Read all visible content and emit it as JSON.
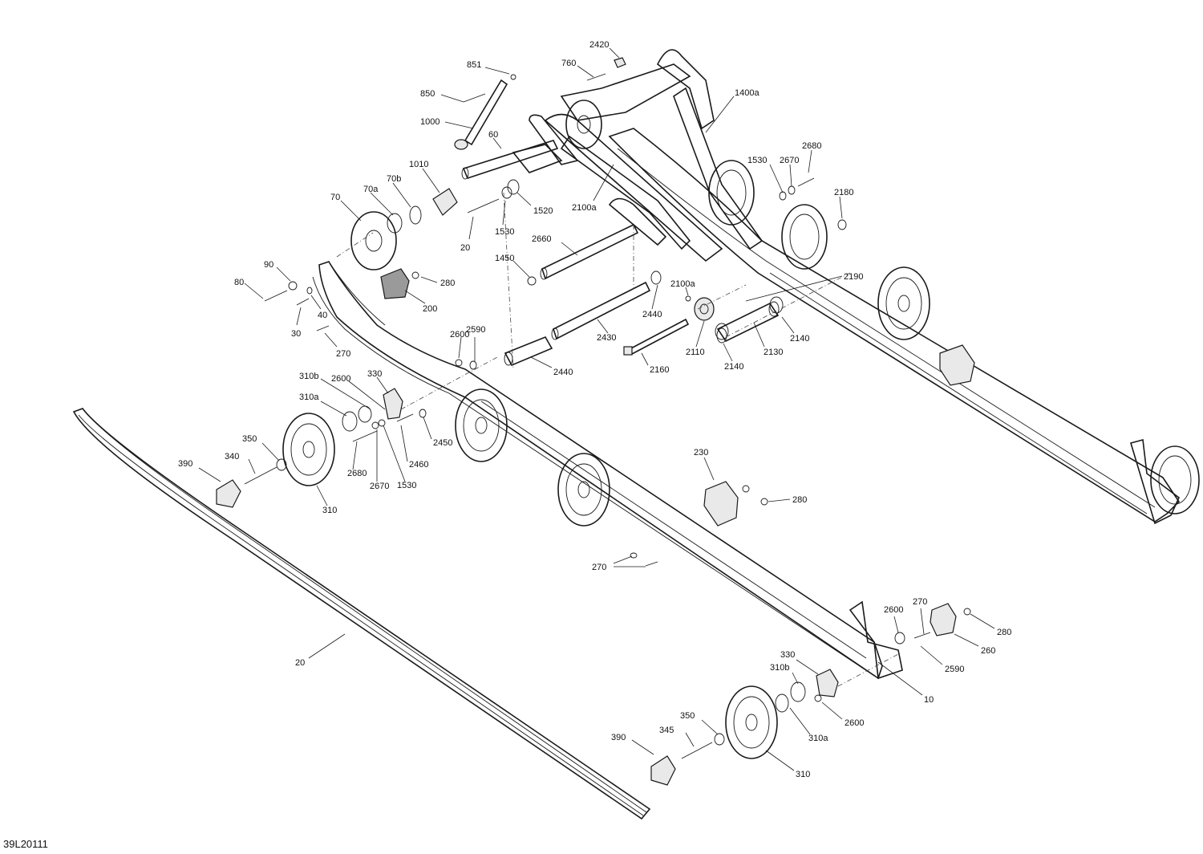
{
  "drawing_code": "39L20111",
  "callouts": [
    {
      "id": "c2420",
      "text": "2420"
    },
    {
      "id": "c760",
      "text": "760"
    },
    {
      "id": "c851",
      "text": "851"
    },
    {
      "id": "c850",
      "text": "850"
    },
    {
      "id": "c1000",
      "text": "1000"
    },
    {
      "id": "c60",
      "text": "60"
    },
    {
      "id": "c1400a",
      "text": "1400a"
    },
    {
      "id": "c1530a",
      "text": "1530"
    },
    {
      "id": "c2670a",
      "text": "2670"
    },
    {
      "id": "c2680a",
      "text": "2680"
    },
    {
      "id": "c2180",
      "text": "2180"
    },
    {
      "id": "c1010",
      "text": "1010"
    },
    {
      "id": "c70b",
      "text": "70b"
    },
    {
      "id": "c70a",
      "text": "70a"
    },
    {
      "id": "c70",
      "text": "70"
    },
    {
      "id": "c2100a1",
      "text": "2100a"
    },
    {
      "id": "c1520",
      "text": "1520"
    },
    {
      "id": "c1530b",
      "text": "1530"
    },
    {
      "id": "c20a",
      "text": "20"
    },
    {
      "id": "c2660",
      "text": "2660"
    },
    {
      "id": "c90",
      "text": "90"
    },
    {
      "id": "c80",
      "text": "80"
    },
    {
      "id": "c280a",
      "text": "280"
    },
    {
      "id": "c200",
      "text": "200"
    },
    {
      "id": "c40",
      "text": "40"
    },
    {
      "id": "c30",
      "text": "30"
    },
    {
      "id": "c270a",
      "text": "270"
    },
    {
      "id": "c1450",
      "text": "1450"
    },
    {
      "id": "c2100a2",
      "text": "2100a"
    },
    {
      "id": "c2190",
      "text": "2190"
    },
    {
      "id": "c2440a",
      "text": "2440"
    },
    {
      "id": "c2430",
      "text": "2430"
    },
    {
      "id": "c2600a",
      "text": "2600"
    },
    {
      "id": "c2590a",
      "text": "2590"
    },
    {
      "id": "c2110",
      "text": "2110"
    },
    {
      "id": "c2130",
      "text": "2130"
    },
    {
      "id": "c2140a",
      "text": "2140"
    },
    {
      "id": "c2140b",
      "text": "2140"
    },
    {
      "id": "c2160",
      "text": "2160"
    },
    {
      "id": "c2440b",
      "text": "2440"
    },
    {
      "id": "c310b1",
      "text": "310b"
    },
    {
      "id": "c2600b",
      "text": "2600"
    },
    {
      "id": "c330a",
      "text": "330"
    },
    {
      "id": "c310a1",
      "text": "310a"
    },
    {
      "id": "c2450",
      "text": "2450"
    },
    {
      "id": "c350a",
      "text": "350"
    },
    {
      "id": "c2460",
      "text": "2460"
    },
    {
      "id": "c340",
      "text": "340"
    },
    {
      "id": "c390a",
      "text": "390"
    },
    {
      "id": "c2680b",
      "text": "2680"
    },
    {
      "id": "c2670b",
      "text": "2670"
    },
    {
      "id": "c1530c",
      "text": "1530"
    },
    {
      "id": "c310c",
      "text": "310"
    },
    {
      "id": "c230",
      "text": "230"
    },
    {
      "id": "c280b",
      "text": "280"
    },
    {
      "id": "c270b",
      "text": "270"
    },
    {
      "id": "c2600c",
      "text": "2600"
    },
    {
      "id": "c270c",
      "text": "270"
    },
    {
      "id": "c280c",
      "text": "280"
    },
    {
      "id": "c260",
      "text": "260"
    },
    {
      "id": "c2590b",
      "text": "2590"
    },
    {
      "id": "c330b",
      "text": "330"
    },
    {
      "id": "c310b2",
      "text": "310b"
    },
    {
      "id": "c10",
      "text": "10"
    },
    {
      "id": "c2600d",
      "text": "2600"
    },
    {
      "id": "c350b",
      "text": "350"
    },
    {
      "id": "c345",
      "text": "345"
    },
    {
      "id": "c390b",
      "text": "390"
    },
    {
      "id": "c310a2",
      "text": "310a"
    },
    {
      "id": "c310d",
      "text": "310"
    },
    {
      "id": "c20b",
      "text": "20"
    }
  ]
}
